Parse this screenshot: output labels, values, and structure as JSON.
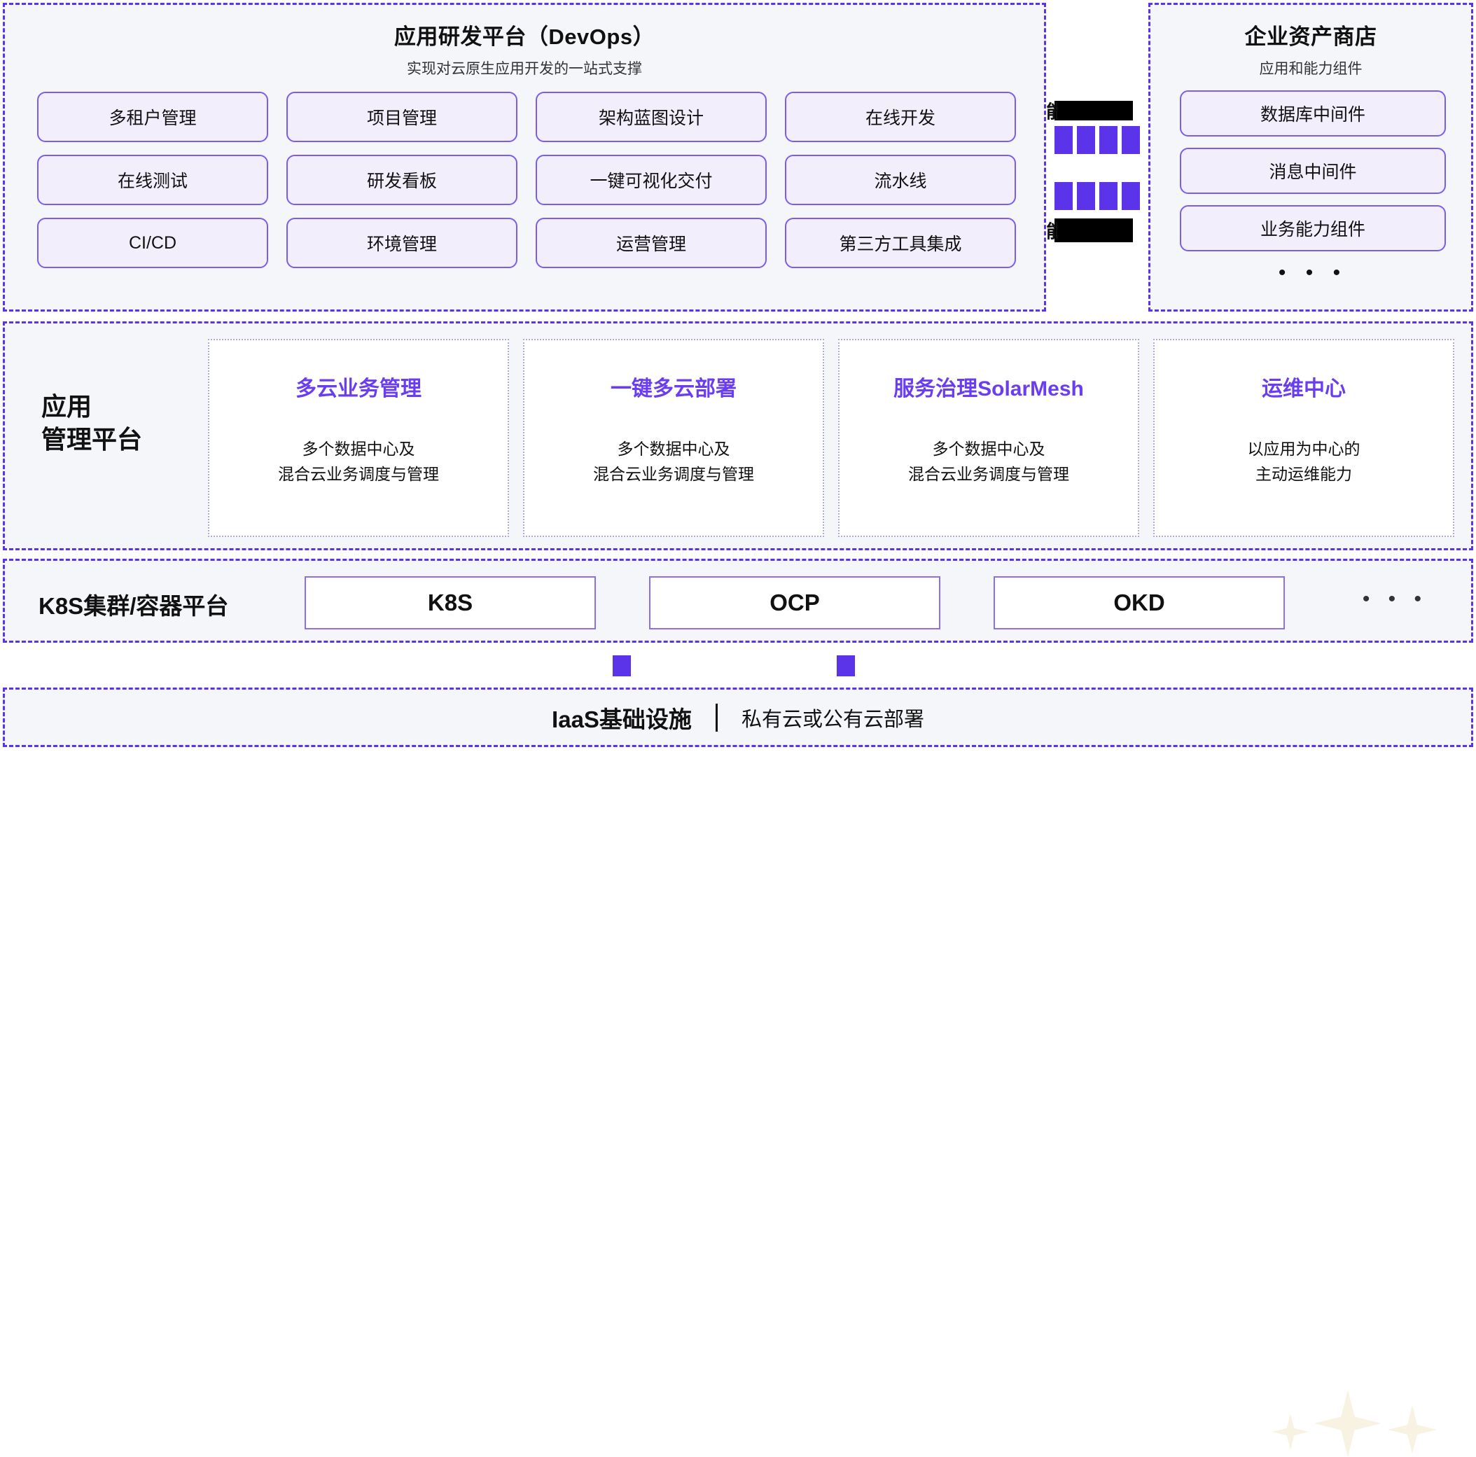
{
  "devops": {
    "title": "应用研发平台（DevOps）",
    "subtitle": "实现对云原生应用开发的一站式支撑",
    "tiles": [
      "多租户管理",
      "项目管理",
      "架构蓝图设计",
      "在线开发",
      "在线测试",
      "研发看板",
      "一键可视化交付",
      "流水线",
      "CI/CD",
      "环境管理",
      "运营管理",
      "第三方工具集成"
    ]
  },
  "connector": {
    "redacted_label_top": "能",
    "redacted_label_bottom": "能",
    "square_count_per_row": 4
  },
  "asset_store": {
    "title": "企业资产商店",
    "subtitle": "应用和能力组件",
    "tiles": [
      "数据库中间件",
      "消息中间件",
      "业务能力组件"
    ],
    "more": "• • •"
  },
  "app_management": {
    "label_line1": "应用",
    "label_line2": "管理平台",
    "cards": [
      {
        "title": "多云业务管理",
        "desc_line1": "多个数据中心及",
        "desc_line2": "混合云业务调度与管理"
      },
      {
        "title": "一键多云部署",
        "desc_line1": "多个数据中心及",
        "desc_line2": "混合云业务调度与管理"
      },
      {
        "title": "服务治理SolarMesh",
        "desc_line1": "多个数据中心及",
        "desc_line2": "混合云业务调度与管理"
      },
      {
        "title": "运维中心",
        "desc_line1": "以应用为中心的",
        "desc_line2": "主动运维能力"
      }
    ]
  },
  "k8s": {
    "label": "K8S集群/容器平台",
    "tiles": [
      "K8S",
      "OCP",
      "OKD"
    ],
    "more": "• • •"
  },
  "iaas": {
    "title": "IaaS基础设施",
    "subtitle": "私有云或公有云部署"
  },
  "colors": {
    "accent_purple": "#5b33e8",
    "tile_border": "#7a5cf0",
    "tile_fill": "#f2eefc",
    "panel_bg": "#f5f6fa",
    "card_title": "#6a3df0",
    "sparkle": "#f7f2e2"
  }
}
